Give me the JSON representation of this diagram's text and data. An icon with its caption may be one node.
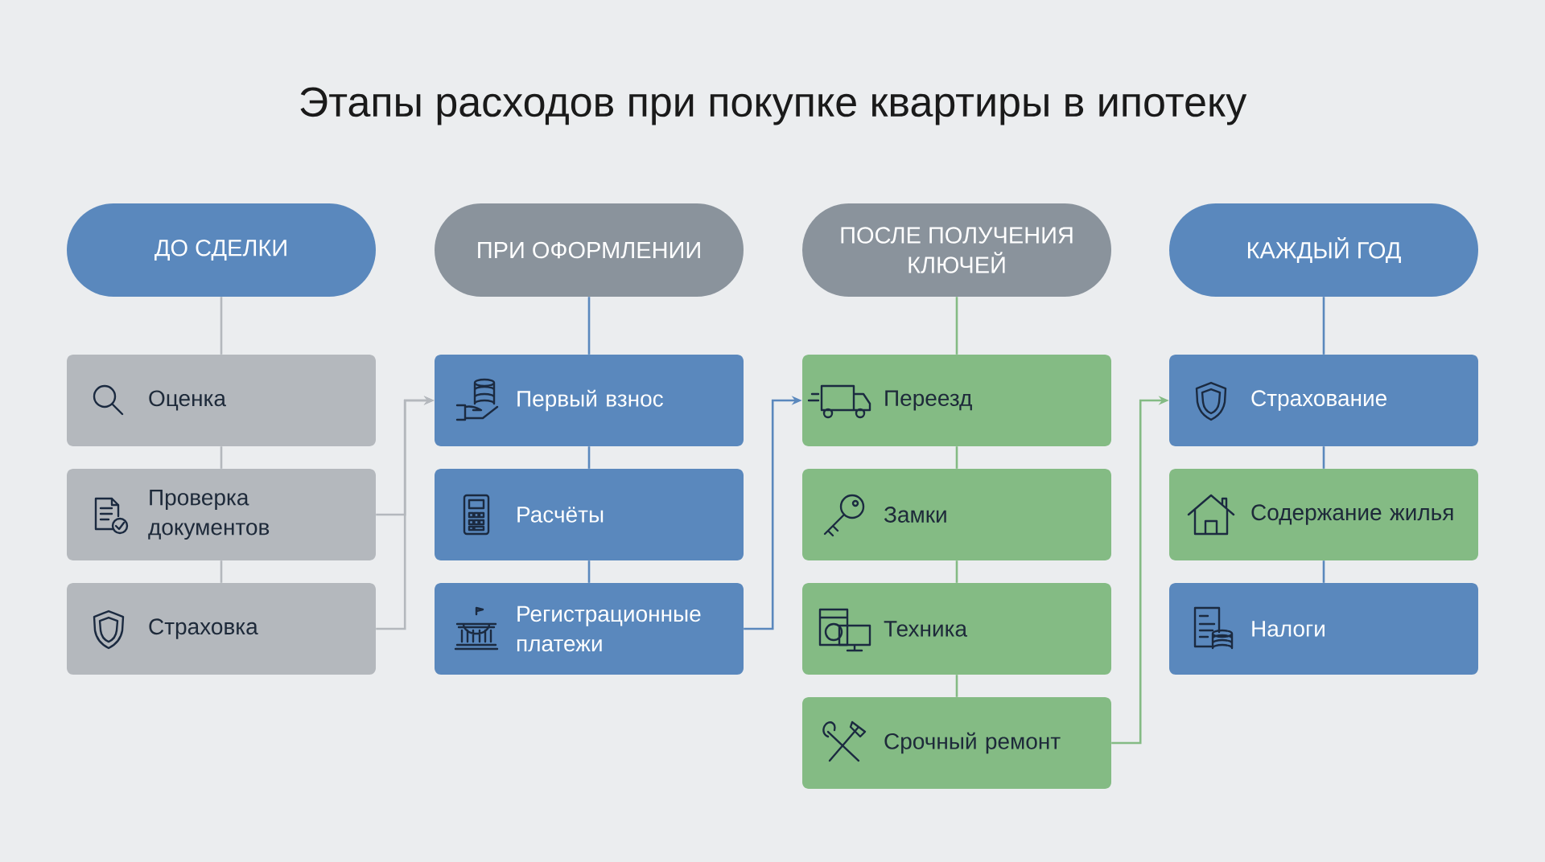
{
  "diagram": {
    "title": "Этапы расходов при покупке квартиры в ипотеку",
    "nodes": [
      {
        "text": [
          "ДО СДЕЛКИ"
        ]
      },
      {
        "text": [
          "Оценка"
        ]
      },
      {
        "text": [
          "Проверка документов"
        ]
      },
      {
        "text": [
          "Страховка"
        ]
      },
      {
        "text": [
          "ПРИ ОФОРМЛЕНИИ"
        ]
      },
      {
        "text": [
          "Первый взнос"
        ]
      },
      {
        "text": [
          "Расчёты"
        ]
      },
      {
        "text": [
          "Регистрационные платежи"
        ]
      },
      {
        "text": [
          "ПОСЛЕ ПОЛУЧЕНИЯ КЛЮЧЕЙ"
        ]
      },
      {
        "text": [
          "Переезд"
        ]
      },
      {
        "text": [
          "Замки"
        ]
      },
      {
        "text": [
          "Техника"
        ]
      },
      {
        "text": [
          "Срочный ремонт"
        ]
      },
      {
        "text": [
          "КАЖДЫЙ ГОД"
        ]
      },
      {
        "text": [
          "Страхование"
        ]
      },
      {
        "text": [
          "Содержание жилья"
        ]
      },
      {
        "text": [
          "Налоги"
        ]
      }
    ],
    "edges": [
      {
        "from": 0,
        "to": 1,
        "arrow": "none",
        "color": "#b4b8bd"
      },
      {
        "from": 1,
        "to": 2,
        "arrow": "none",
        "color": "#b4b8bd"
      },
      {
        "from": 2,
        "to": 3,
        "arrow": "none",
        "color": "#b4b8bd"
      },
      {
        "from": 2,
        "to": 5,
        "arrow": "to",
        "color": "#b4b8bd"
      },
      {
        "from": 3,
        "to": 5,
        "arrow": "to",
        "color": "#b4b8bd"
      },
      {
        "from": 4,
        "to": 5,
        "arrow": "none"
      },
      {
        "from": 5,
        "to": 6,
        "arrow": "none"
      },
      {
        "from": 6,
        "to": 7,
        "arrow": "none"
      },
      {
        "from": 7,
        "to": 9,
        "arrow": "to"
      },
      {
        "from": 8,
        "to": 9,
        "arrow": "none",
        "color": "#84bb84"
      },
      {
        "from": 9,
        "to": 10,
        "arrow": "none",
        "color": "#84bb84"
      },
      {
        "from": 10,
        "to": 11,
        "arrow": "none",
        "color": "#84bb84"
      },
      {
        "from": 11,
        "to": 12,
        "arrow": "none",
        "color": "#84bb84"
      },
      {
        "from": 12,
        "to": 14,
        "arrow": "to",
        "color": "#84bb84"
      },
      {
        "from": 13,
        "to": 14,
        "arrow": "none"
      },
      {
        "from": 14,
        "to": 15,
        "arrow": "none"
      },
      {
        "from": 15,
        "to": 16,
        "arrow": "none"
      }
    ]
  }
}
